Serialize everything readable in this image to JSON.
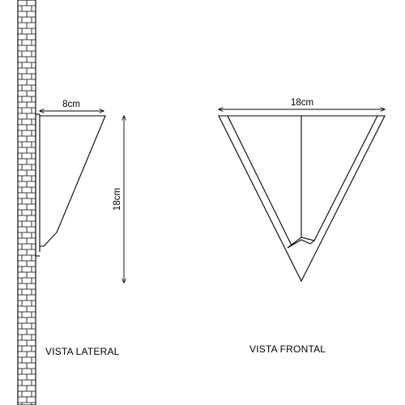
{
  "lateral_view": {
    "label": "VISTA LATERAL",
    "width_dimension": "8cm",
    "height_dimension": "18cm"
  },
  "frontal_view": {
    "label": "VISTA FRONTAL",
    "width_dimension": "18cm"
  },
  "icons": {
    "wall": "brick-wall-icon",
    "arrow": "dimension-arrow-icon"
  },
  "colors": {
    "line": "#000000",
    "background": "#ffffff"
  }
}
